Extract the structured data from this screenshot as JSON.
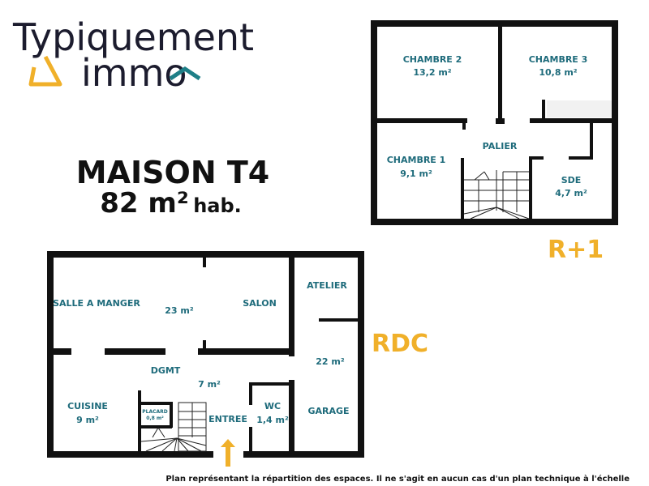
{
  "logo": {
    "line1": "Typiquement",
    "line2": "immo"
  },
  "title": {
    "line1": "MAISON T4",
    "line2_main": "82 m²",
    "line2_suffix": "hab."
  },
  "levels": {
    "upper": "R+1",
    "ground": "RDC"
  },
  "colors": {
    "room_label": "#1e6b7b",
    "accent": "#f0b02a",
    "logo_teal": "#1e7f87",
    "walls": "#111111"
  },
  "upper_floor": {
    "rooms": [
      {
        "name": "CHAMBRE 2",
        "area": "13,2 m²"
      },
      {
        "name": "CHAMBRE 3",
        "area": "10,8 m²"
      },
      {
        "name": "PALIER",
        "area": ""
      },
      {
        "name": "CHAMBRE 1",
        "area": "9,1 m²"
      },
      {
        "name": "SDE",
        "area": "4,7 m²"
      }
    ]
  },
  "ground_floor": {
    "rooms": [
      {
        "name": "SALLE A MANGER",
        "area": ""
      },
      {
        "name": "SALON",
        "area": "23 m²"
      },
      {
        "name": "ATELIER",
        "area": ""
      },
      {
        "name": "GARAGE",
        "area": "22 m²"
      },
      {
        "name": "DGMT",
        "area": "7 m²"
      },
      {
        "name": "CUISINE",
        "area": "9 m²"
      },
      {
        "name": "PLACARD",
        "area": "0,8 m²"
      },
      {
        "name": "ENTREE",
        "area": ""
      },
      {
        "name": "WC",
        "area": "1,4 m²"
      }
    ],
    "entrance_icon": "arrow-up-icon"
  },
  "disclaimer": "Plan représentant la répartition des espaces. Il ne s'agit en aucun cas d'un plan technique à l'échelle"
}
